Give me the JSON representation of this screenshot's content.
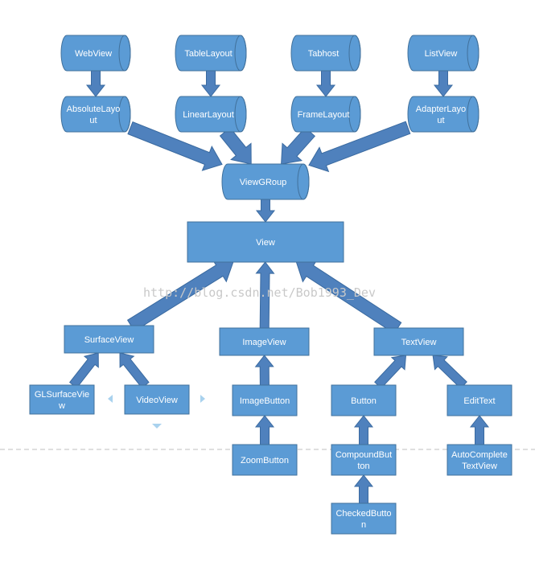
{
  "diagram": {
    "colors": {
      "box_fill": "#5b9bd5",
      "box_stroke": "#41719c",
      "box_text": "#ffffff",
      "arrow_fill": "#4f81bd",
      "arrow_stroke": "#3a6aa0",
      "dashed_line": "#bfbfbf",
      "watermark": "#c9c9c9",
      "handle": "#a9d2ee"
    },
    "watermark": "http://blog.csdn.net/Bob1993_Dev",
    "nodes": {
      "webview": [
        "WebView"
      ],
      "tablelayout": [
        "TableLayout"
      ],
      "tabhost": [
        "Tabhost"
      ],
      "listview": [
        "ListView"
      ],
      "absolutelayout": [
        "AbsoluteLayo",
        "ut"
      ],
      "linearlayout": [
        "LinearLayout"
      ],
      "framelayout": [
        "FrameLayout"
      ],
      "adapterlayout": [
        "AdapterLayo",
        "ut"
      ],
      "viewgroup": [
        "ViewGRoup"
      ],
      "view": [
        "View"
      ],
      "surfaceview": [
        "SurfaceView"
      ],
      "imageview": [
        "ImageView"
      ],
      "textview": [
        "TextView"
      ],
      "glsurfaceview": [
        "GLSurfaceVie",
        "w"
      ],
      "videoview": [
        "VideoView"
      ],
      "imagebutton": [
        "ImageButton"
      ],
      "button": [
        "Button"
      ],
      "edittext": [
        "EditText"
      ],
      "zoombutton": [
        "ZoomButton"
      ],
      "compoundbutton": [
        "CompoundBut",
        "ton"
      ],
      "autocompletetextview": [
        "AutoComplete",
        "TextView"
      ],
      "checkedbutton": [
        "CheckedButto",
        "n"
      ]
    },
    "edges": [
      [
        "webview",
        "absolutelayout"
      ],
      [
        "tablelayout",
        "linearlayout"
      ],
      [
        "tabhost",
        "framelayout"
      ],
      [
        "listview",
        "adapterlayout"
      ],
      [
        "absolutelayout",
        "viewgroup"
      ],
      [
        "linearlayout",
        "viewgroup"
      ],
      [
        "framelayout",
        "viewgroup"
      ],
      [
        "adapterlayout",
        "viewgroup"
      ],
      [
        "viewgroup",
        "view"
      ],
      [
        "surfaceview",
        "view"
      ],
      [
        "imageview",
        "view"
      ],
      [
        "textview",
        "view"
      ],
      [
        "glsurfaceview",
        "surfaceview"
      ],
      [
        "videoview",
        "surfaceview"
      ],
      [
        "imagebutton",
        "imageview"
      ],
      [
        "zoombutton",
        "imagebutton"
      ],
      [
        "button",
        "textview"
      ],
      [
        "edittext",
        "textview"
      ],
      [
        "compoundbutton",
        "button"
      ],
      [
        "checkedbutton",
        "compoundbutton"
      ],
      [
        "autocompletetextview",
        "edittext"
      ]
    ]
  }
}
